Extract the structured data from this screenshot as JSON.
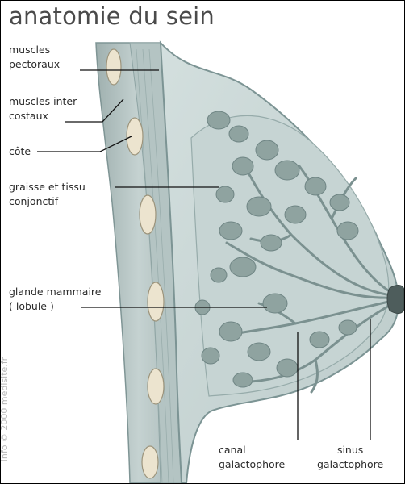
{
  "title": "anatomie du sein",
  "labels": {
    "muscles_pectoraux": "muscles\npectoraux",
    "muscles_intercostaux": "muscles inter-\ncostaux",
    "cote": "côte",
    "graisse_tissu": "graisse et tissu\nconjonctif",
    "glande_mammaire": "glande mammaire\n( lobule )",
    "canal": "canal\ngalactophore",
    "sinus": "sinus\ngalactophore"
  },
  "credit": "info © 2000 medisite.fr",
  "colors": {
    "tissue": "#c9d7d6",
    "tissue_edge": "#8aa2a2",
    "muscle": "#aebdbc",
    "lobule": "#8fa3a0",
    "rib": "#ece4cf",
    "nipple": "#4e5d5c",
    "text": "#2a2a2a",
    "title": "#4a4a4a"
  }
}
